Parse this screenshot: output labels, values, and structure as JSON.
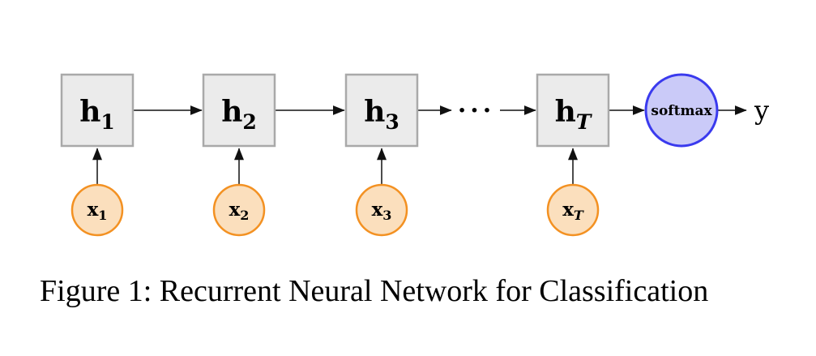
{
  "figure": {
    "caption": "Figure 1: Recurrent Neural Network for Classification"
  },
  "diagram": {
    "hidden_nodes": [
      {
        "base": "h",
        "sub": "1"
      },
      {
        "base": "h",
        "sub": "2"
      },
      {
        "base": "h",
        "sub": "3"
      },
      {
        "base": "h",
        "sub": "T"
      }
    ],
    "input_nodes": [
      {
        "base": "x",
        "sub": "1"
      },
      {
        "base": "x",
        "sub": "2"
      },
      {
        "base": "x",
        "sub": "3"
      },
      {
        "base": "x",
        "sub": "T"
      }
    ],
    "softmax_label": "softmax",
    "output_label": "y",
    "ellipsis": "···",
    "colors": {
      "box_fill": "#ebebeb",
      "box_border": "#a9a9a9",
      "input_fill": "#fbdfbd",
      "input_border": "#f39122",
      "softmax_fill": "#cacaf8",
      "softmax_border": "#3a3aee",
      "arrow": "#111111"
    }
  }
}
